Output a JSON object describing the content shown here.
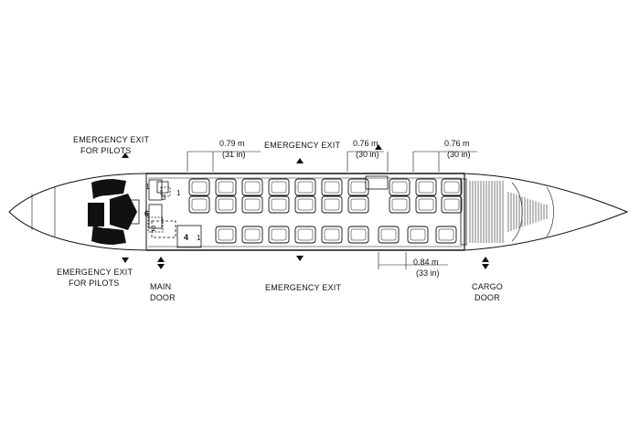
{
  "labels": {
    "exit_pilots_top_1": "EMERGENCY EXIT",
    "exit_pilots_top_2": "FOR PILOTS",
    "exit_pilots_bottom_1": "EMERGENCY EXIT",
    "exit_pilots_bottom_2": "FOR PILOTS",
    "exit_top": "EMERGENCY EXIT",
    "exit_bottom": "EMERGENCY EXIT",
    "main_door_1": "MAIN",
    "main_door_2": "DOOR",
    "cargo_door_1": "CARGO",
    "cargo_door_2": "DOOR"
  },
  "dimensions": {
    "seat_pitch_left_m": "0.79  m",
    "seat_pitch_left_in": "(31 in)",
    "seat_pitch_mid_m": "0.76  m",
    "seat_pitch_mid_in": "(30 in)",
    "seat_pitch_right_m": "0.76  m",
    "seat_pitch_right_in": "(30 in)",
    "seat_pitch_bottom_m": "0.84  m",
    "seat_pitch_bottom_in": "(33 in)"
  },
  "markers": {
    "lav_1a": "1",
    "lav_3": "3",
    "lav_1b": "1",
    "galley_6": "6",
    "galley_2": "2",
    "stowage_4": "4",
    "stowage_1": "1"
  }
}
